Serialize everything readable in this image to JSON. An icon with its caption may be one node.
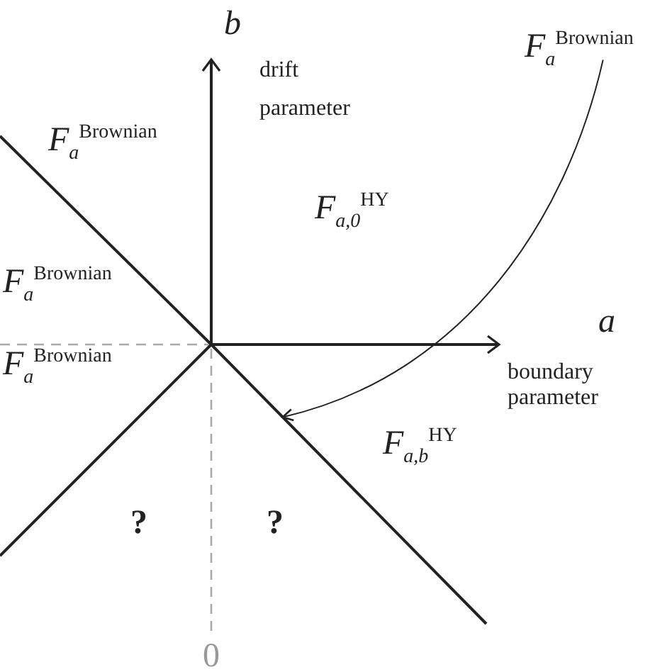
{
  "diagram": {
    "nodes": [
      {
        "text": [
          "*F*$_{a}$$^{Brownian}$"
        ]
      },
      {
        "text": [],
        "shape": "line"
      }
    ],
    "edges": [
      {
        "from": 0,
        "to": 1,
        "arrow": "to"
      }
    ],
    "labels": [
      "*b*",
      "drift parameter",
      "*F*$_{a}$$^{Brownian}$",
      "*F*$_{a,0}$$^{HY}$",
      "*F*$_{a}$$^{Brownian}$",
      "*a*",
      "boundary parameter",
      "*F*$_{a}$$^{Brownian}$",
      "*F*$_{a,b}$$^{HY}$",
      "?",
      "?",
      "0"
    ]
  }
}
